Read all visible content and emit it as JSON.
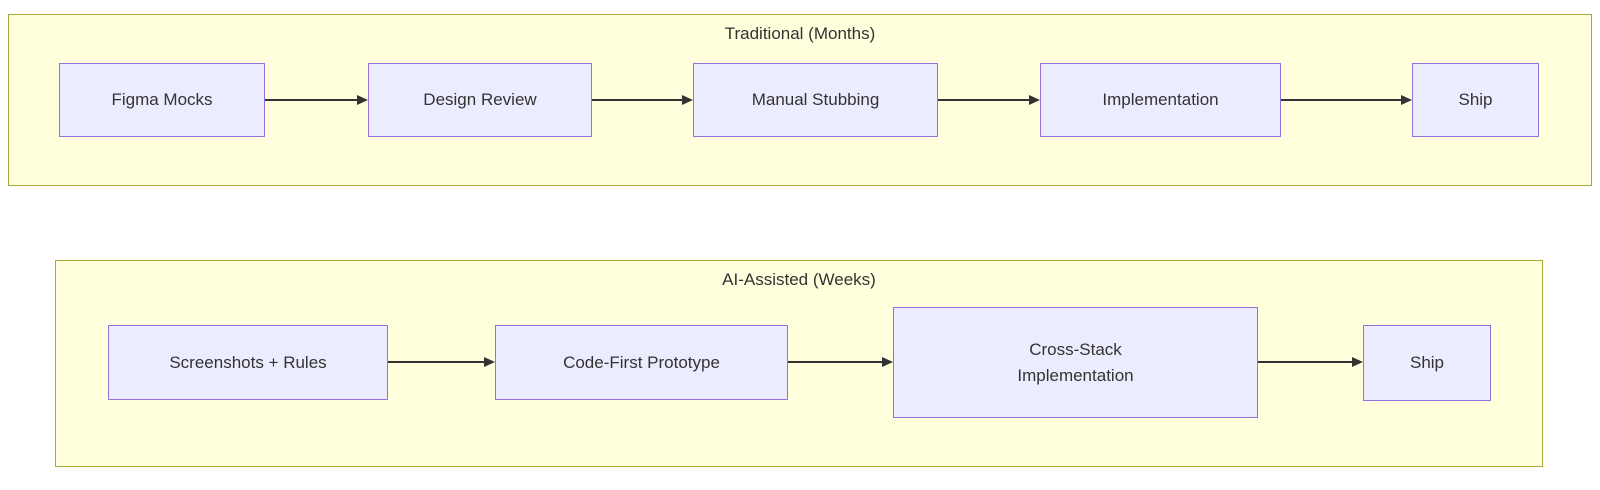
{
  "diagram": {
    "type": "flowchart",
    "direction": "left-to-right",
    "colors": {
      "cluster_fill": "#ffffde",
      "cluster_border": "#aaaa33",
      "node_fill": "#ececff",
      "node_border": "#9370db",
      "text": "#333333",
      "arrow": "#333333",
      "background": "#ffffff"
    },
    "clusters": [
      {
        "title": "Traditional (Months)",
        "nodes": [
          {
            "label": "Figma Mocks"
          },
          {
            "label": "Design Review"
          },
          {
            "label": "Manual Stubbing"
          },
          {
            "label": "Implementation"
          },
          {
            "label": "Ship"
          }
        ],
        "edges": [
          {
            "from": "Figma Mocks",
            "to": "Design Review"
          },
          {
            "from": "Design Review",
            "to": "Manual Stubbing"
          },
          {
            "from": "Manual Stubbing",
            "to": "Implementation"
          },
          {
            "from": "Implementation",
            "to": "Ship"
          }
        ]
      },
      {
        "title": "AI-Assisted (Weeks)",
        "nodes": [
          {
            "label": "Screenshots + Rules"
          },
          {
            "label": "Code-First Prototype"
          },
          {
            "label": "Cross-Stack\nImplementation"
          },
          {
            "label": "Ship"
          }
        ],
        "edges": [
          {
            "from": "Screenshots + Rules",
            "to": "Code-First Prototype"
          },
          {
            "from": "Code-First Prototype",
            "to": "Cross-Stack Implementation"
          },
          {
            "from": "Cross-Stack Implementation",
            "to": "Ship"
          }
        ]
      }
    ]
  }
}
